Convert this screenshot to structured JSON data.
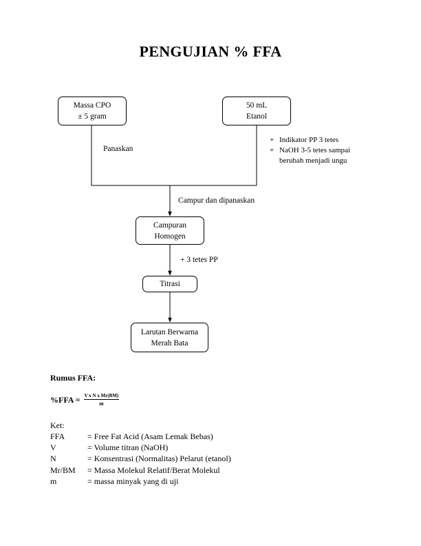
{
  "title": "PENGUJIAN % FFA",
  "nodes": {
    "massa_cpo": [
      "Massa CPO",
      "± 5 gram"
    ],
    "etanol": [
      "50 mL",
      "Etanol"
    ],
    "campuran": [
      "Campuran",
      "Homogen"
    ],
    "titrasi": [
      "Titrasi"
    ],
    "larutan": [
      "Larutan Berwarna",
      "Merah Bata"
    ]
  },
  "labels": {
    "panaskan": "Panaskan",
    "campur": "Campur dan dipanaskan",
    "pp": "+ 3 tetes PP"
  },
  "additions": [
    {
      "marker": "+",
      "lines": [
        "Indikator PP 3 tetes"
      ]
    },
    {
      "marker": "+",
      "lines": [
        "NaOH 3-5 tetes sampai",
        "berubah menjadi ungu"
      ]
    }
  ],
  "rumus_heading": "Rumus FFA:",
  "formula": {
    "lhs": "%FFA =",
    "numerator": "V x N x Mr(BM)",
    "denominator": "m"
  },
  "ket_heading": "Ket:",
  "ket": [
    {
      "symbol": "FFA",
      "desc": "= Free Fat Acid (Asam Lemak Bebas)"
    },
    {
      "symbol": "V",
      "desc": "= Volume titran (NaOH)"
    },
    {
      "symbol": "N",
      "desc": "= Konsentrasi (Normalitas) Pelarut (etanol)"
    },
    {
      "symbol": "Mr/BM",
      "desc": "= Massa Molekul Relatif/Berat Molekul"
    },
    {
      "symbol": "m",
      "desc": "= massa minyak yang di uji"
    }
  ]
}
